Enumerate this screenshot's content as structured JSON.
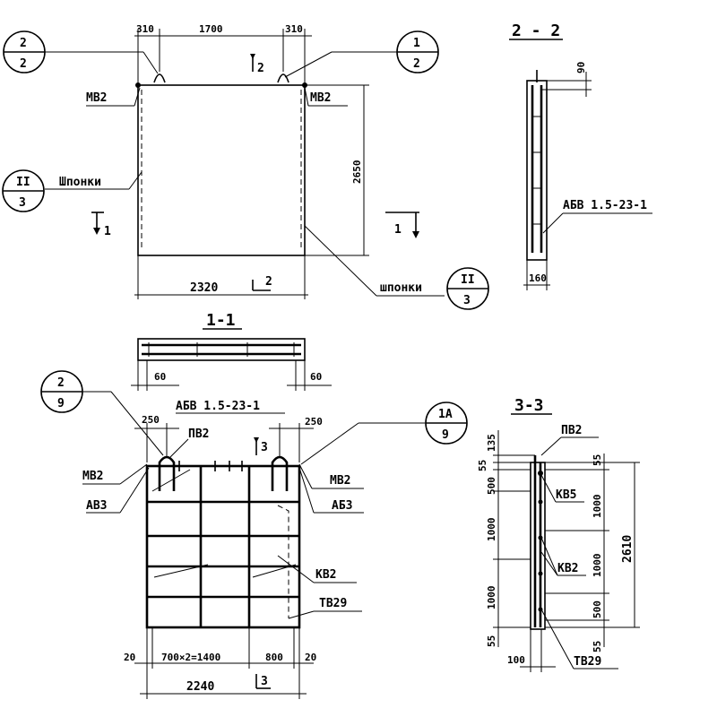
{
  "callouts": {
    "top_left": {
      "top": "2",
      "bottom": "2"
    },
    "top_right": {
      "top": "1",
      "bottom": "2"
    },
    "left_mid": {
      "top": "II",
      "bottom": "3"
    },
    "right_mid": {
      "top": "II",
      "bottom": "3"
    },
    "bottom_left": {
      "top": "2",
      "bottom": "9"
    },
    "bottom_right": {
      "top": "1А",
      "bottom": "9"
    }
  },
  "panel": {
    "dim_top_left": "310",
    "dim_top_mid": "1700",
    "dim_top_right": "310",
    "dim_height": "2650",
    "dim_width": "2320",
    "label_mv2_left": "МВ2",
    "label_mv2_right": "МВ2",
    "label_keys_left": "Шпонки",
    "label_keys_right": "шпонки",
    "cut_2_top": "2",
    "cut_2_bottom": "2",
    "cut_1_left": "1",
    "cut_1_right": "1"
  },
  "section_2_2": {
    "title": "2 - 2",
    "dim_top": "90",
    "dim_width": "160",
    "label_block": "АБВ 1.5-23-1"
  },
  "section_1_1": {
    "title": "1-1",
    "dim_left": "60",
    "dim_right": "60"
  },
  "cage": {
    "label_block": "АБВ 1.5-23-1",
    "dim_left_top": "250",
    "dim_right_top": "250",
    "label_pv2": "ПВ2",
    "label_mv2_left": "МВ2",
    "label_mv2_right": "МВ2",
    "label_av3_left": "АВ3",
    "label_av3_right": "АБ3",
    "label_kv2": "КВ2",
    "label_tv29": "ТВ29",
    "cut_3_top": "3",
    "cut_3_bottom": "3",
    "dim_bottom_left": "20",
    "dim_bottom_mid": "700×2=1400",
    "dim_bottom_800": "800",
    "dim_bottom_right": "20",
    "dim_total": "2240"
  },
  "section_3_3": {
    "title": "3-3",
    "label_pv2": "ПВ2",
    "dim_135": "135",
    "dim_55_top_left": "55",
    "dim_500_left": "500",
    "dim_1000_left_a": "1000",
    "dim_1000_left_b": "1000",
    "dim_55_bottom_left": "55",
    "dim_100": "100",
    "dim_55_top_right": "55",
    "dim_1000_right_a": "1000",
    "dim_1000_right_b": "1000",
    "dim_500_right": "500",
    "dim_55_bottom_right": "55",
    "dim_2610": "2610",
    "label_kv5": "КВ5",
    "label_kv2": "КВ2",
    "label_tv29": "ТВ29"
  }
}
